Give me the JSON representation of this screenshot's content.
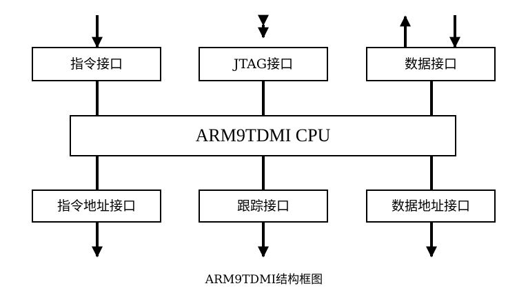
{
  "diagram": {
    "cpu_label": "ARM9TDMI CPU",
    "top_interfaces": {
      "instruction": "指令接口",
      "jtag": "JTAG接口",
      "data": "数据接口"
    },
    "bottom_interfaces": {
      "instruction_address": "指令地址接口",
      "trace": "跟踪接口",
      "data_address": "数据地址接口"
    },
    "caption": "ARM9TDMI结构框图"
  }
}
